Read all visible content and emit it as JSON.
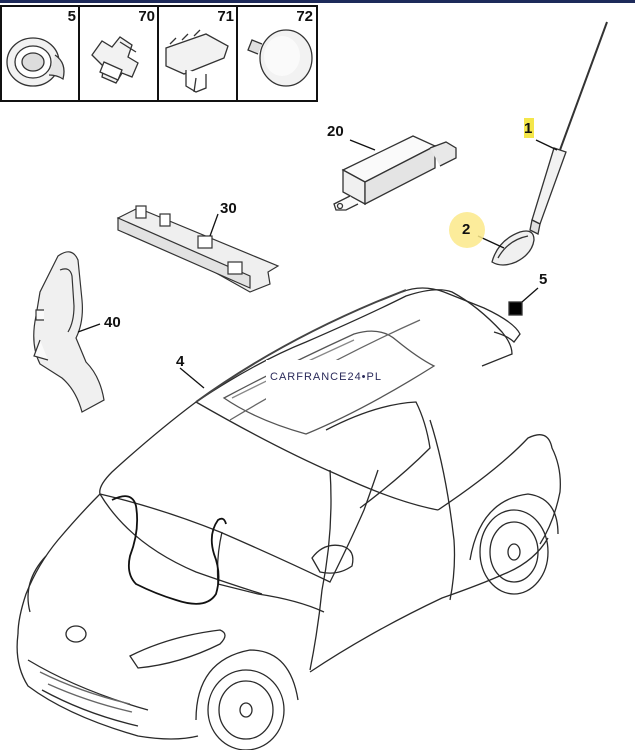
{
  "diagram": {
    "inset_parts": [
      {
        "number": "5",
        "icon": "ring-nut-icon"
      },
      {
        "number": "70",
        "icon": "cable-clip-icon"
      },
      {
        "number": "71",
        "icon": "connector-clip-icon"
      },
      {
        "number": "72",
        "icon": "grommet-cap-icon"
      }
    ],
    "callouts": [
      {
        "key": "c1",
        "label": "1",
        "part": "antenna-mast"
      },
      {
        "key": "c2",
        "label": "2",
        "part": "antenna-base"
      },
      {
        "key": "c5",
        "label": "5",
        "part": "fixing-nut"
      },
      {
        "key": "c20",
        "label": "20",
        "part": "amplifier-module"
      },
      {
        "key": "c30",
        "label": "30",
        "part": "connector-bracket"
      },
      {
        "key": "c40",
        "label": "40",
        "part": "cable-guide"
      },
      {
        "key": "c4",
        "label": "4",
        "part": "antenna-cable"
      }
    ],
    "watermark": {
      "text": "CARFRANCE24•PL"
    }
  },
  "colors": {
    "line": "#1a1a1a",
    "highlight": "#fbe98a",
    "header_bar": "#1d2a5a",
    "logo_blue": "#2a3a8a",
    "logo_red": "#d2232a"
  }
}
